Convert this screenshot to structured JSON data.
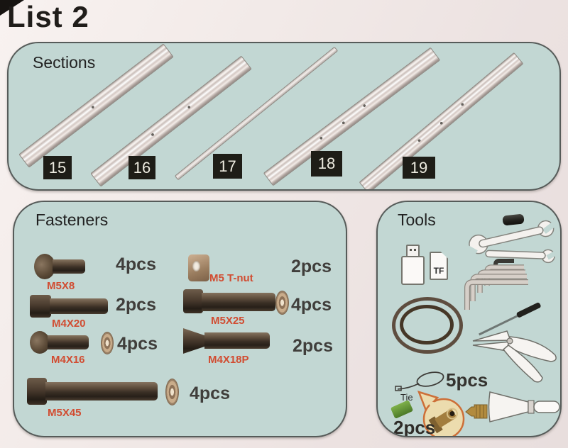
{
  "page": {
    "title": "List 2"
  },
  "sections": {
    "heading": "Sections",
    "numbers": [
      "15",
      "16",
      "17",
      "18",
      "19"
    ]
  },
  "fasteners": {
    "heading": "Fasteners",
    "left": [
      {
        "label": "M5X8",
        "qty": "4pcs"
      },
      {
        "label": "M4X20",
        "qty": "2pcs"
      },
      {
        "label": "M4X16",
        "qty": "4pcs"
      },
      {
        "label": "M5X45",
        "qty": "4pcs"
      }
    ],
    "right": [
      {
        "label": "M5 T-nut",
        "qty": "2pcs"
      },
      {
        "label": "M5X25",
        "qty": "4pcs"
      },
      {
        "label": "M4X18P",
        "qty": "2pcs"
      }
    ]
  },
  "tools": {
    "heading": "Tools",
    "tf_card_label": "TF",
    "tie_label": "Tie",
    "tie_qty": "5pcs",
    "nozzle_qty": "2pcs",
    "icon_names": [
      "usb-drive-icon",
      "tf-card-icon",
      "pneumatic-coupler-icon",
      "open-end-wrench-large-icon",
      "open-end-wrench-small-icon",
      "hex-key-set-icon",
      "wire-coil-icon",
      "needle-icon",
      "flush-cutter-icon",
      "zip-tie-icon",
      "filament-clip-icon",
      "magnified-nozzle-icon",
      "nozzle-icon",
      "scraper-icon"
    ]
  },
  "colors": {
    "panel_bg": "#c2d7d3",
    "plate_bg": "#1e1d17",
    "label_red": "#d14c31",
    "qty_text": "#403e3b"
  }
}
